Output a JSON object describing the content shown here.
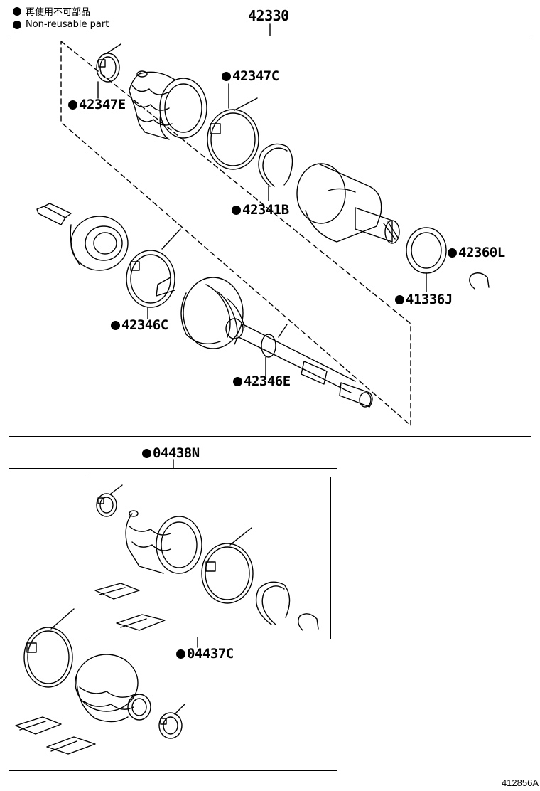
{
  "legend": {
    "reuse_label": "再使用不可部品",
    "nonreuse_label": "Non-reusable part"
  },
  "assembly": {
    "main_part": "42330",
    "parts": {
      "p42347E": "42347E",
      "p42347C": "42347C",
      "p42341B": "42341B",
      "p42360L": "42360L",
      "p41336J": "41336J",
      "p42346C": "42346C",
      "p42346E": "42346E"
    }
  },
  "kits": {
    "outer_kit": "04438N",
    "inner_kit": "04437C"
  },
  "figure_id": "412856A"
}
